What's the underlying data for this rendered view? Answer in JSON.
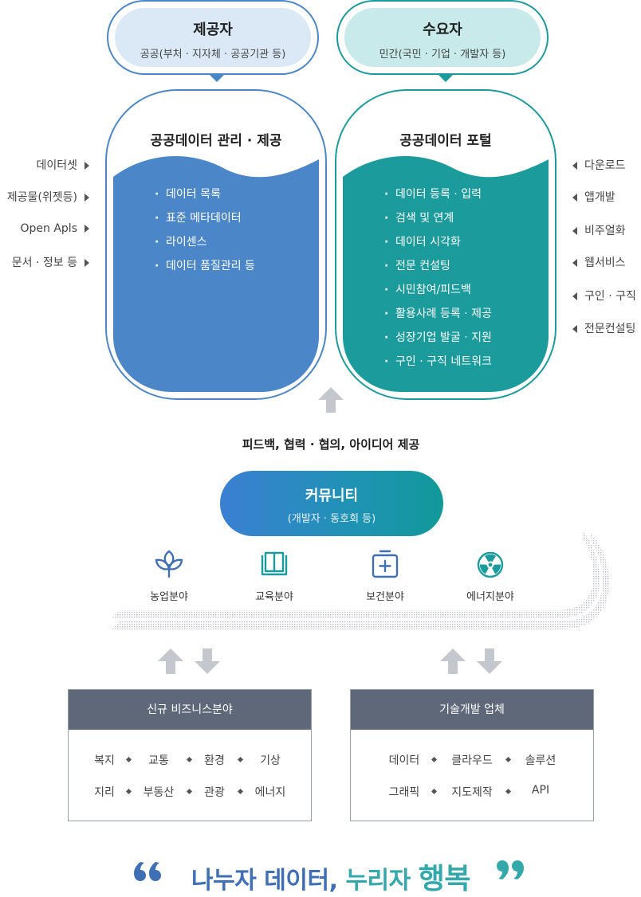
{
  "supplier": {
    "title": "제공자",
    "subtitle": "공공(부처 · 지자체 · 공공기관 등)"
  },
  "consumer": {
    "title": "수요자",
    "subtitle": "민간(국민 · 기업 · 개발자 등)"
  },
  "mgmt": {
    "title": "공공데이터 관리 · 제공",
    "items": [
      "데이터 목록",
      "표준 메타데이터",
      "라이센스",
      "데이터 품질관리 등"
    ]
  },
  "portal": {
    "title": "공공데이터 포털",
    "items": [
      "데이터 등록 · 입력",
      "검색 및 연계",
      "데이터 시각화",
      "전문 컨설팅",
      "시민참여/피드백",
      "활용사례 등록 · 제공",
      "성장기업 발굴 · 지원",
      "구인 · 구직 네트워크"
    ]
  },
  "left_labels": [
    "데이터셋",
    "제공물(위젯등)",
    "Open Apls",
    "문서 · 정보 등"
  ],
  "right_labels": [
    "다운로드",
    "앱개발",
    "비주얼화",
    "웹서비스",
    "구인 · 구직",
    "전문컨설팅"
  ],
  "feedback": "피드백, 협력 · 협의, 아이디어 제공",
  "community": {
    "title": "커뮤니티",
    "subtitle": "(개발자 · 동호회 등)"
  },
  "fields": [
    {
      "label": "농업분야",
      "icon": "sprout-icon"
    },
    {
      "label": "교육분야",
      "icon": "book-icon"
    },
    {
      "label": "보건분야",
      "icon": "medical-kit-icon"
    },
    {
      "label": "에너지분야",
      "icon": "radiation-icon"
    }
  ],
  "biz": {
    "title": "신규 비즈니스분야",
    "row1": [
      "복지",
      "교통",
      "환경",
      "기상"
    ],
    "row2": [
      "지리",
      "부동산",
      "관광",
      "에너지"
    ]
  },
  "tech": {
    "title": "기술개발 업체",
    "row1": [
      "데이터",
      "클라우드",
      "솔루션"
    ],
    "row2": [
      "그래픽",
      "지도제작",
      "API"
    ]
  },
  "slogan": {
    "part1": "나누자 데이터,",
    "part2": "누리자",
    "part3": "행복"
  },
  "colors": {
    "blue": "#4a86c8",
    "teal": "#1b9b9c",
    "gray_header": "#5e6878",
    "arrow_gray": "#c4c8ce"
  }
}
